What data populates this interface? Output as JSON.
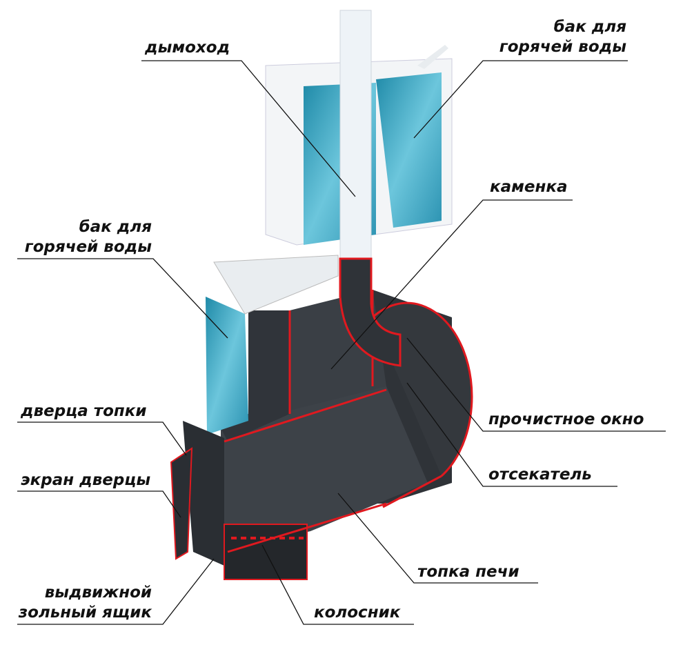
{
  "labels": {
    "chimney": "дымоход",
    "tank_top_1": "бак для",
    "tank_top_2": "горячей воды",
    "stones": "каменка",
    "tank_left_1": "бак для",
    "tank_left_2": "горячей воды",
    "firebox_door": "дверца топки",
    "door_screen": "экран дверцы",
    "cleaning_window": "прочистное окно",
    "cutoff": "отсекатель",
    "firebox": "топка печи",
    "grate": "колосник",
    "ash_drawer_1": "выдвижной",
    "ash_drawer_2": "зольный ящик"
  },
  "colors": {
    "steel": "#3b3f44",
    "edge": "#e0191f",
    "water": "#3aa0bd",
    "pipe": "#e8eef3"
  }
}
